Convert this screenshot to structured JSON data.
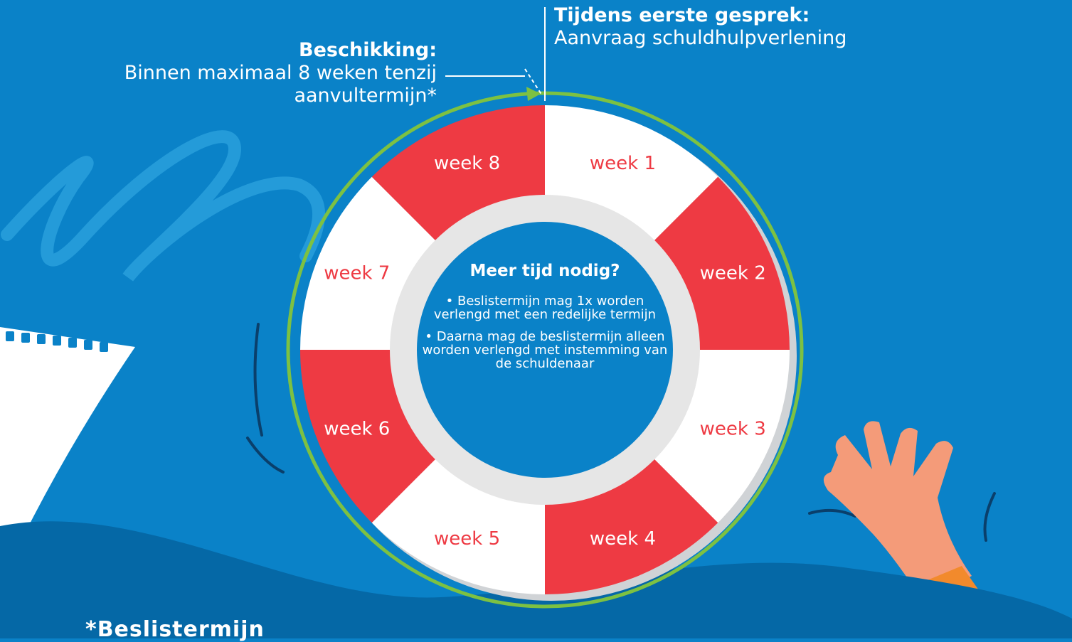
{
  "top_right": {
    "heading": "Tijdens eerste gesprek:",
    "text": "Aanvraag schuldhulpverlening"
  },
  "top_left": {
    "heading": "Beschikking:",
    "line1": "Binnen maximaal 8 weken tenzij",
    "line2": "aanvultermijn*"
  },
  "weeks": [
    "week 1",
    "week 2",
    "week 3",
    "week 4",
    "week 5",
    "week 6",
    "week 7",
    "week 8"
  ],
  "center": {
    "title": "Meer tijd nodig?",
    "bullet1": "• Beslistermijn mag 1x worden verlengd met een redelijke termijn",
    "bullet2": "• Daarna mag de beslistermijn alleen worden verlengd met instemming van de schuldenaar"
  },
  "footnote": "*Beslistermijn",
  "colors": {
    "background": "#0a82c8",
    "wave": "#0568a6",
    "ring_red": "#ee3a43",
    "ring_white": "#ffffff",
    "cycle_arrow": "#7dc142",
    "hand": "#f49b79",
    "sleeve": "#f28a2c"
  }
}
